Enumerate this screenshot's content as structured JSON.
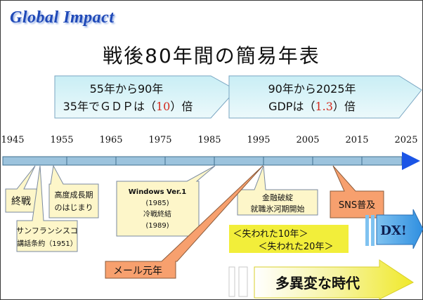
{
  "brand": "Global Impact",
  "title": "戦後80年間の簡易年表",
  "period_arrows": [
    {
      "line1": "55年から90年",
      "line2_pre": "35年でＧＤＰは（",
      "multiplier": "10",
      "line2_post": "）倍"
    },
    {
      "line1": "90年から2025年",
      "line2_pre": "GDPは（",
      "multiplier": "1.3",
      "line2_post": "）倍"
    }
  ],
  "years": [
    "1945",
    "1955",
    "1965",
    "1975",
    "1985",
    "1995",
    "2005",
    "2015",
    "2025"
  ],
  "events": {
    "end_of_war": "終戦",
    "sf_treaty": [
      "サンフランシスコ",
      "講話条約（1951）"
    ],
    "high_growth": [
      "高度成長期",
      "のはじまり"
    ],
    "windows": [
      "Windows Ver.1",
      "(1985)",
      "冷戦終結",
      "(1989)"
    ],
    "financial": [
      "金融破綻",
      "就職氷河期開始"
    ],
    "sns": "SNS普及",
    "email": "メール元年",
    "lost": [
      "＜失われた10年＞",
      "＜失われた20年＞"
    ],
    "dx": "DX!",
    "era": "多異変な時代"
  },
  "colors": {
    "timeline": "#9cc3dd",
    "arrow_head": "#1b55e6",
    "period_fill": "#dff4f8",
    "note_fill": "#fdf6c9",
    "orange": "#f7a06e",
    "yellow": "#f2ee3a",
    "multiplier": "#d42a1e",
    "brand": "#1f49b8"
  }
}
